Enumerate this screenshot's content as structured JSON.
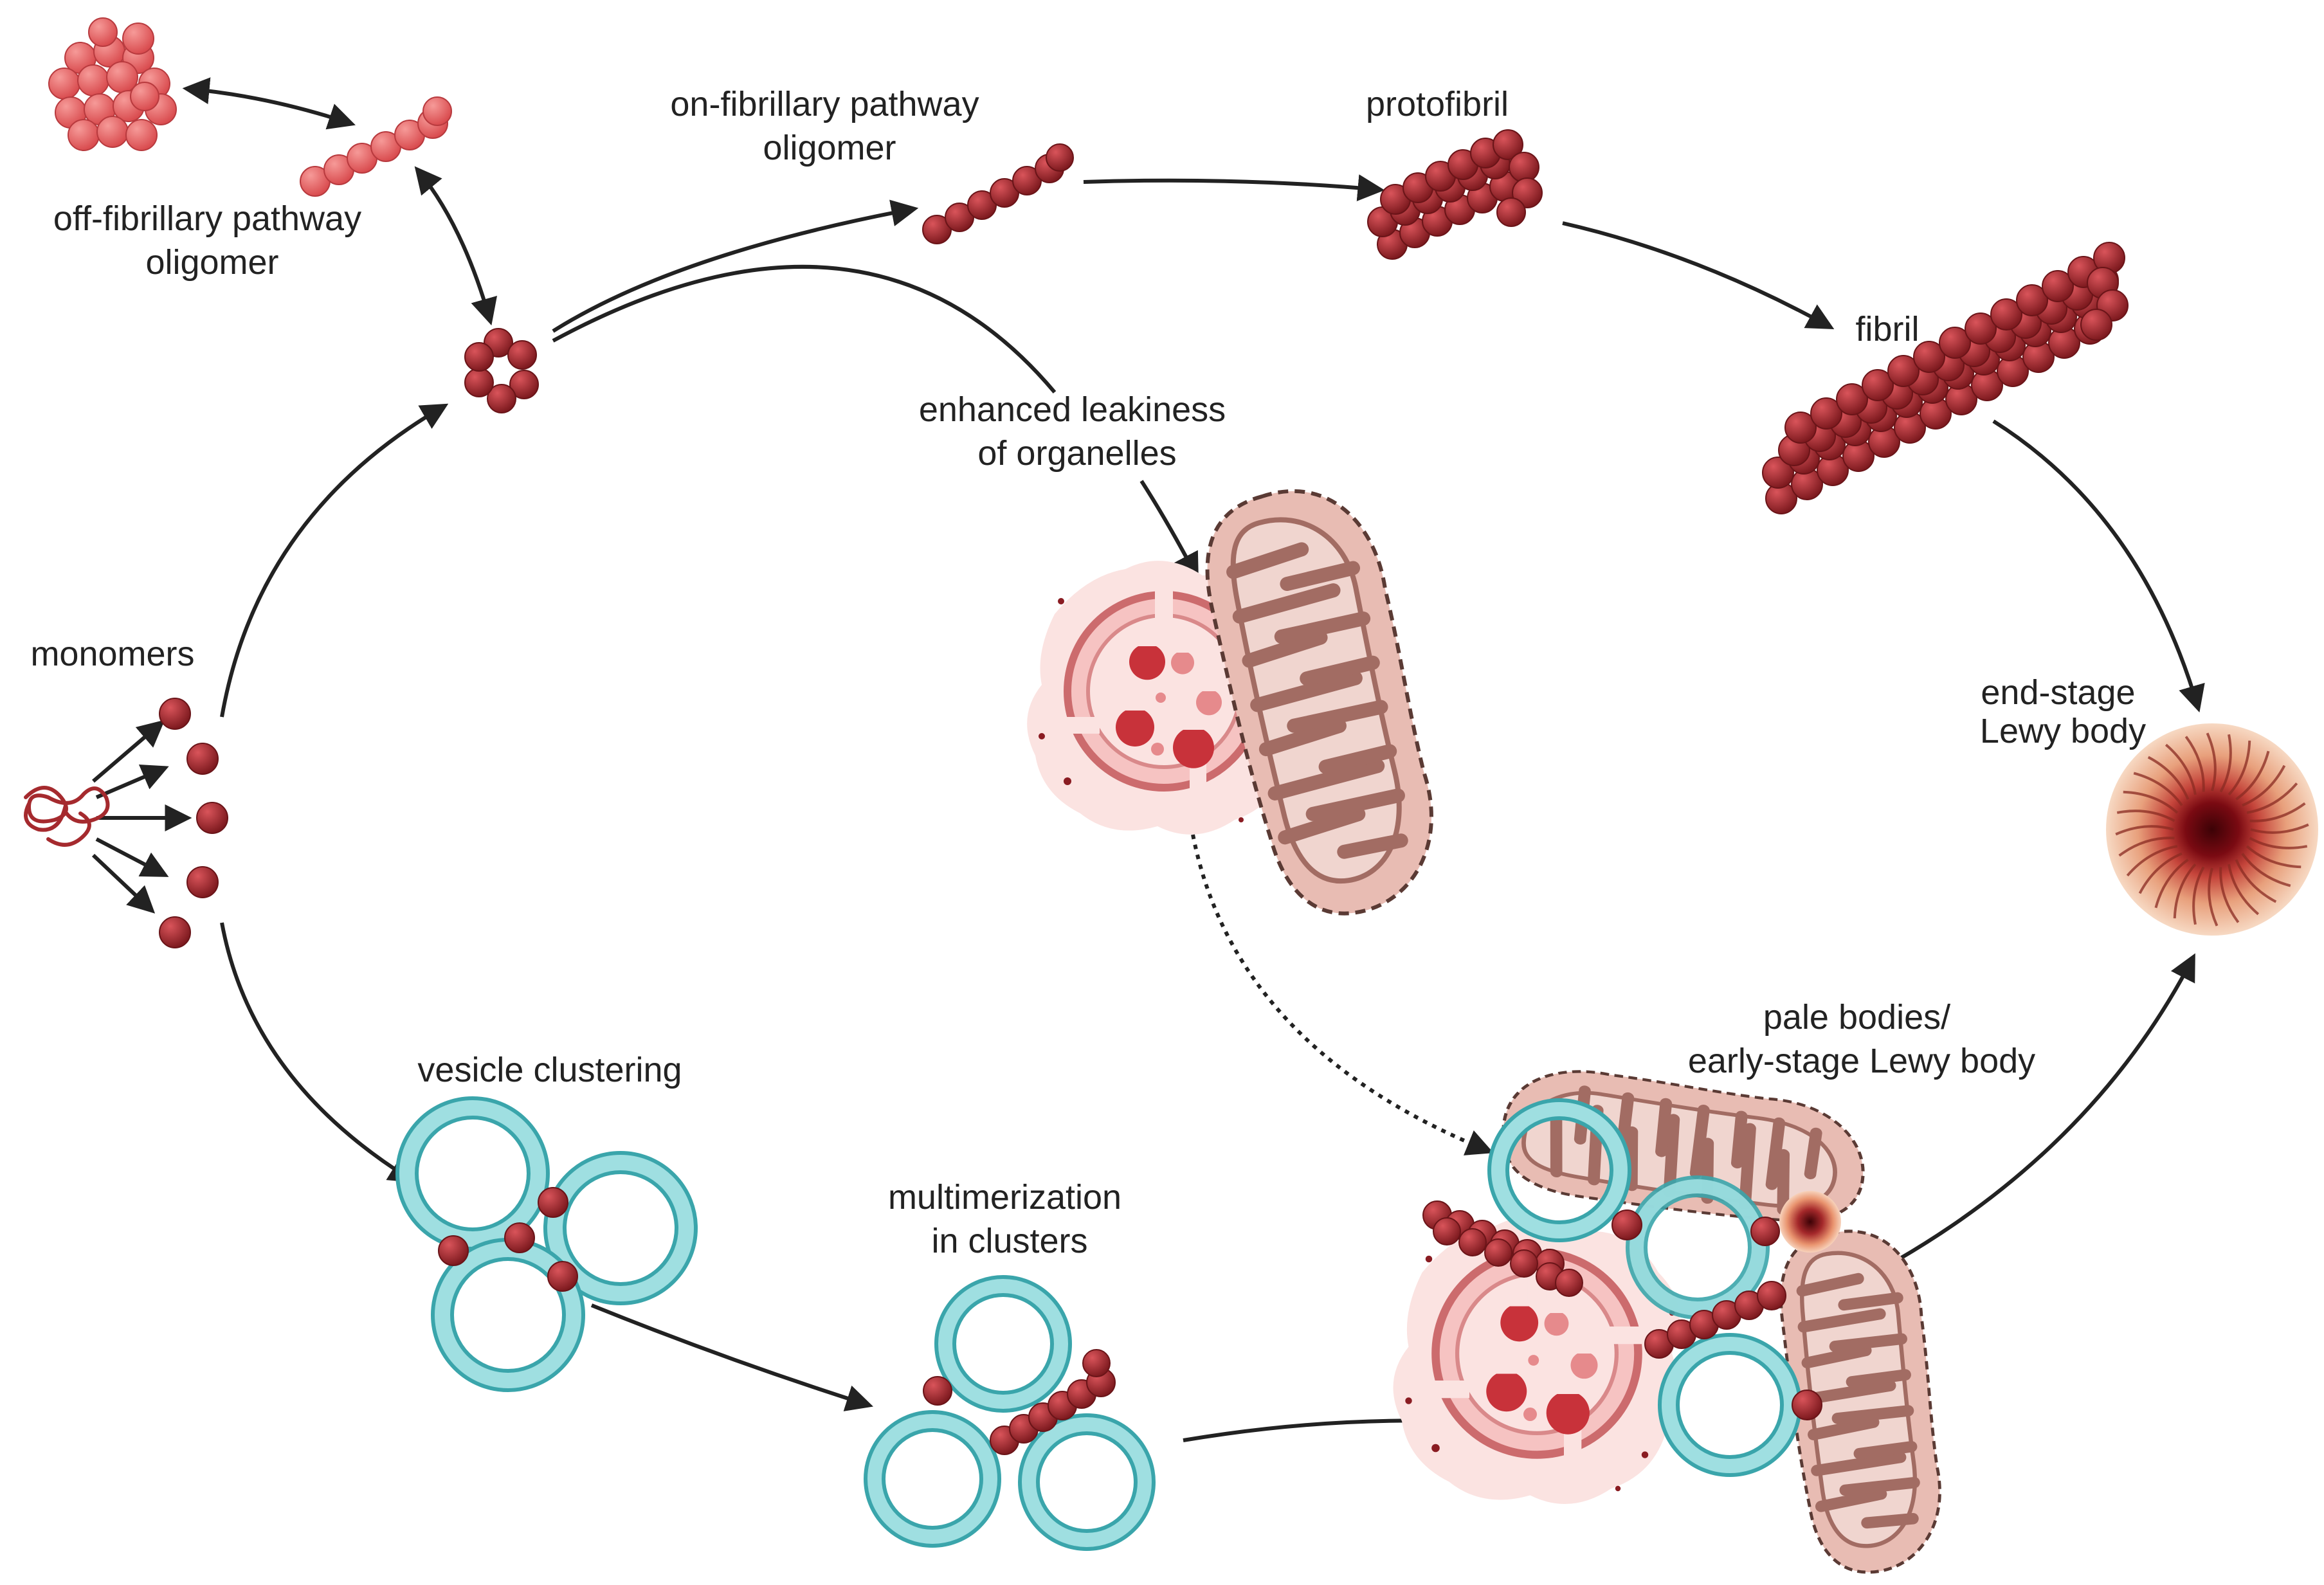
{
  "labels": {
    "off_fibrillary": [
      "off-fibrillary pathway",
      "oligomer"
    ],
    "on_fibrillary": [
      "on-fibrillary pathway",
      "oligomer"
    ],
    "protofibril": "protofibril",
    "fibril": "fibril",
    "enhanced_leakiness": [
      "enhanced leakiness",
      "of organelles"
    ],
    "monomers": "monomers",
    "end_stage": [
      "end-stage",
      "Lewy body"
    ],
    "vesicle_clustering": "vesicle clustering",
    "multimerization": [
      "multimerization",
      "in clusters"
    ],
    "pale_bodies": [
      "pale bodies/",
      "early-stage Lewy body"
    ]
  },
  "colors": {
    "monomer": "#a52a2e",
    "monomer_light": "#e8696a",
    "vesicle": "#7ccfd2",
    "vesicle_edge": "#3aa5ab",
    "mito_fill": "#e8bcb3",
    "mito_edge": "#5a3a34",
    "lysosome": "#f2b8b8",
    "lewy_core": "#6a0a0f",
    "lewy_halo": "#f3c6a8",
    "arrow": "#222222"
  }
}
